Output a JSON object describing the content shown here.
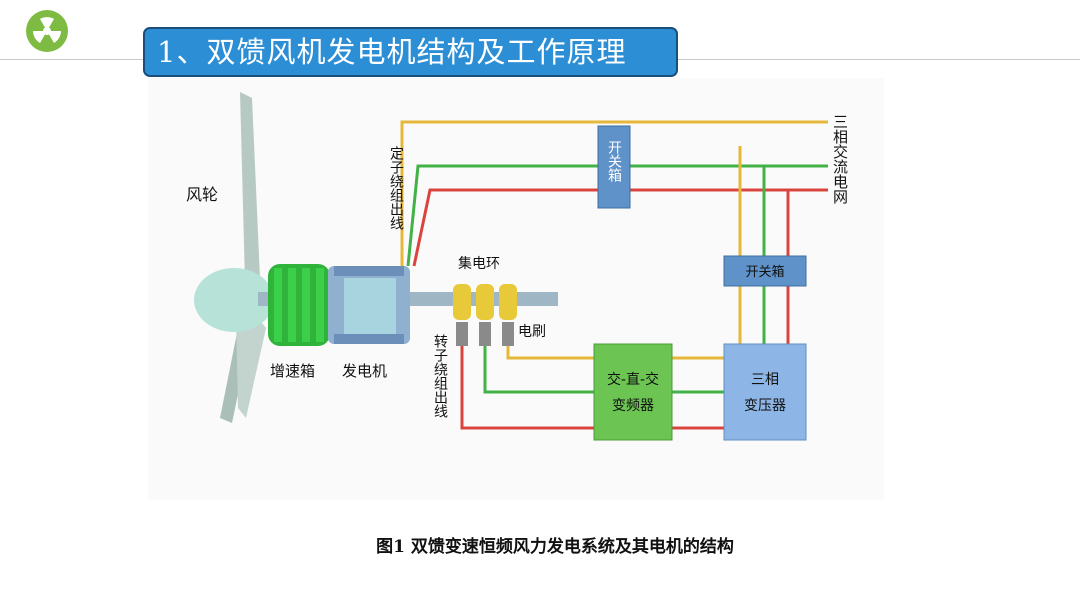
{
  "header": {
    "title": "1、双馈风机发电机结构及工作原理",
    "logo_icon": "radiation-icon"
  },
  "diagram": {
    "labels": {
      "rotor": "风轮",
      "gearbox": "增速箱",
      "generator": "发电机",
      "stator_winding": "定子绕组出线",
      "slip_ring": "集电环",
      "brush": "电刷",
      "rotor_winding": "转子绕组出线",
      "switch_top": "开关箱",
      "switch_mid": "开关箱",
      "converter": "交-直-交\n变频器",
      "transformer": "三相\n变压器",
      "grid": "三相交流电网"
    },
    "colors": {
      "phase_a": "#e6b83a",
      "phase_b": "#42b247",
      "phase_c": "#d9453e",
      "switch_box": "#5e92c9",
      "converter": "#6cc552",
      "transformer": "#8db6e6",
      "gearbox": "#2fb33a"
    }
  },
  "caption": "图1  双馈变速恒频风力发电系统及其电机的结构"
}
